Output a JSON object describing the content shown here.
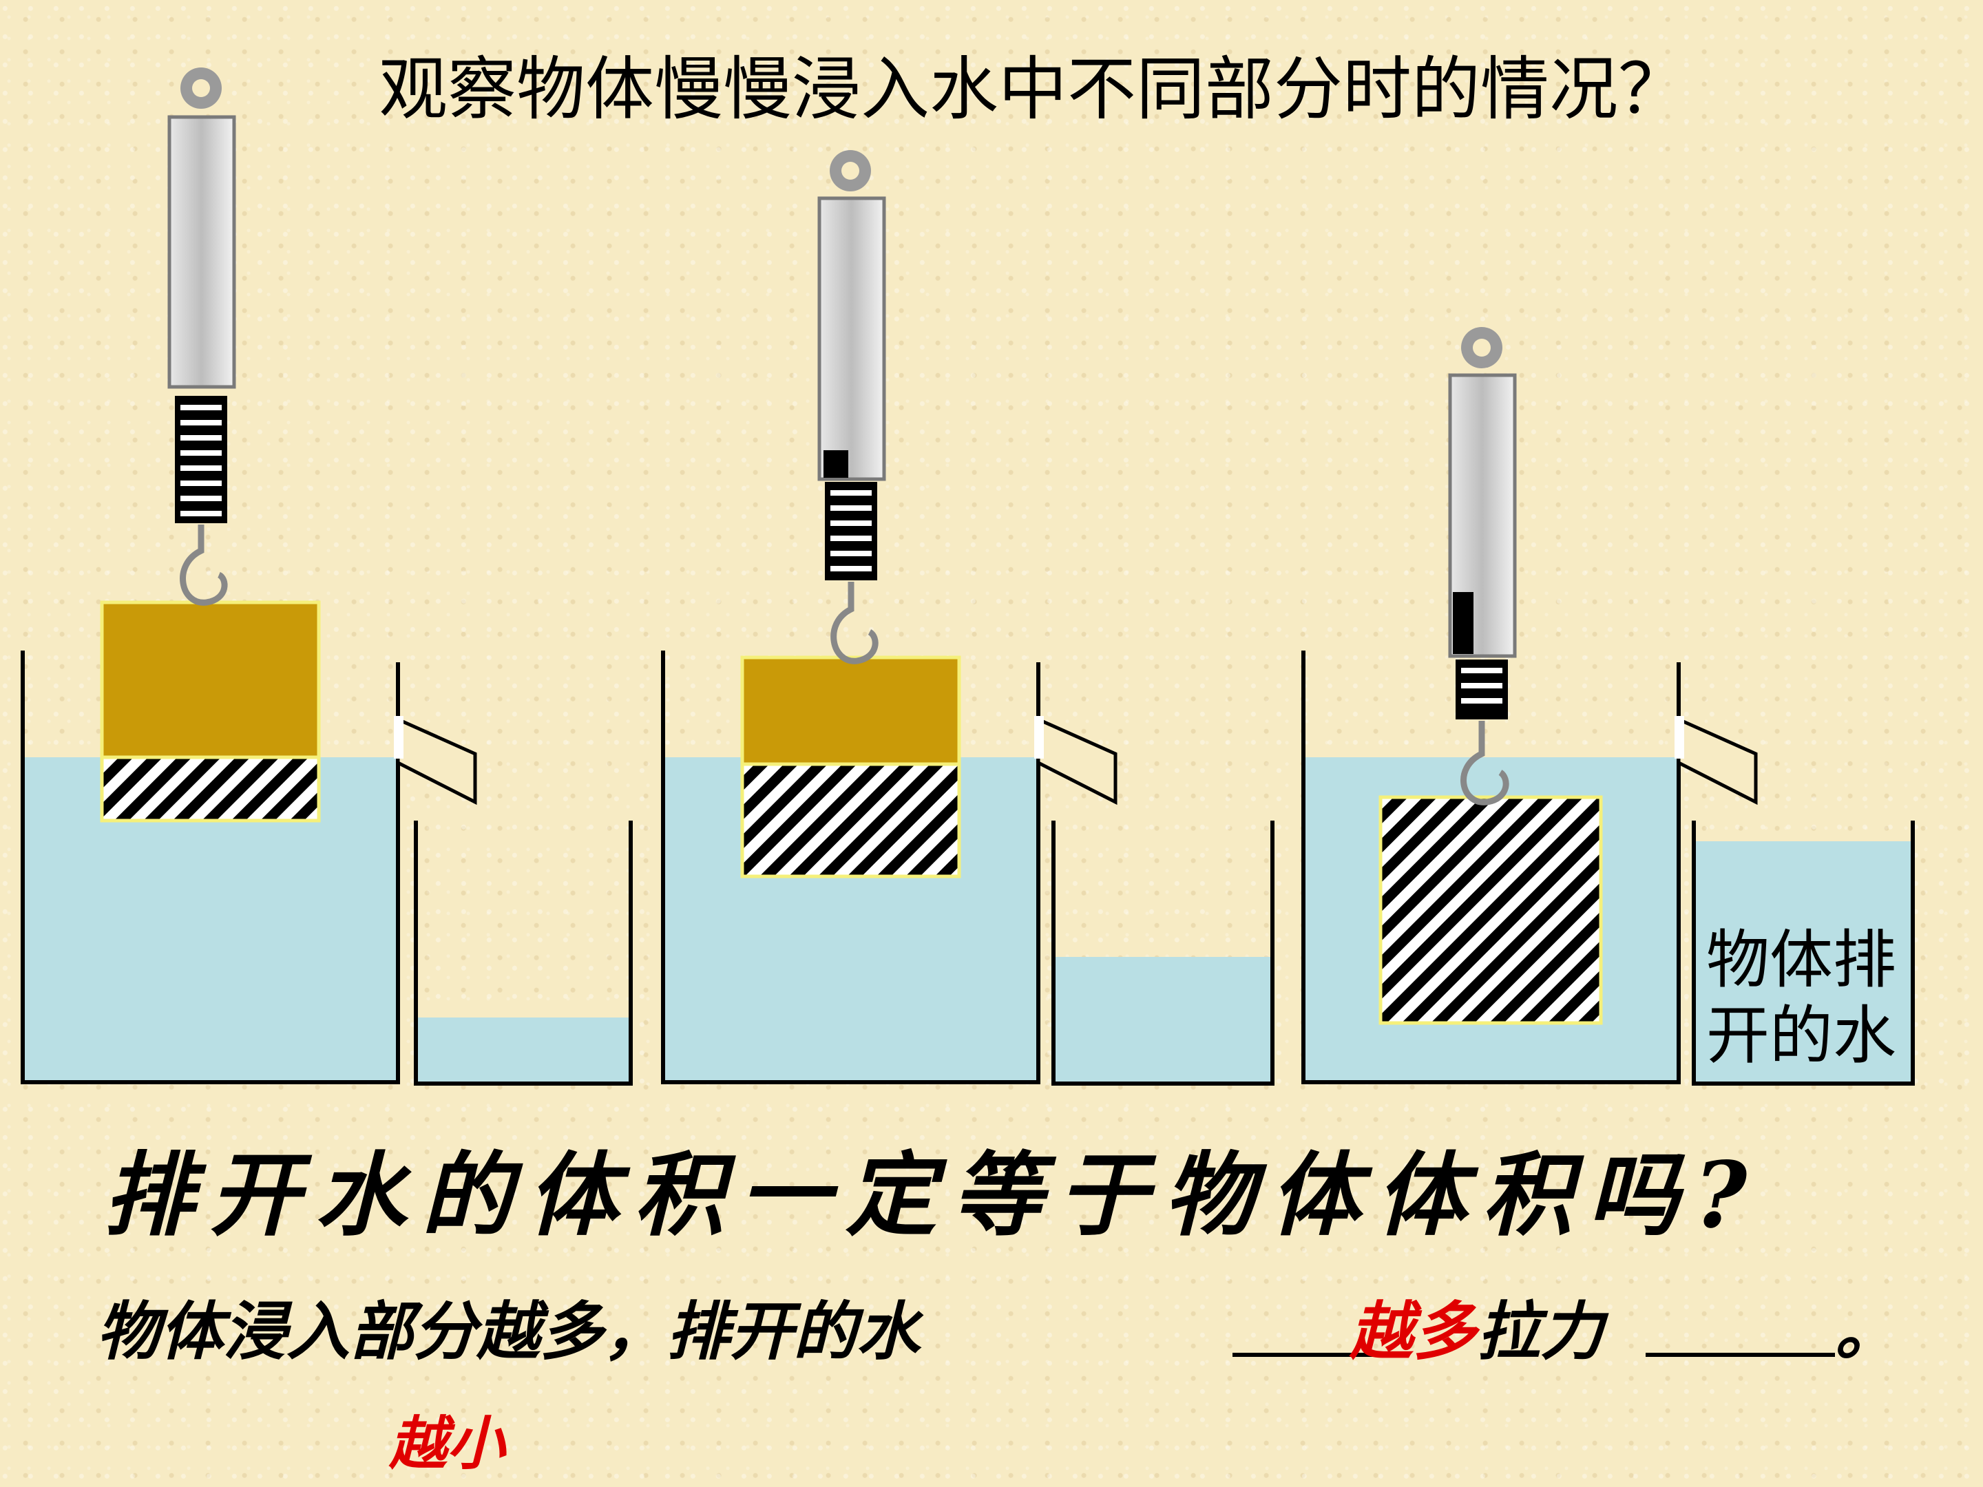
{
  "title": "观察物体慢慢浸入水中不同部分时的情况？",
  "question": "排开水的体积一定等于物体体积吗?",
  "fill_sentence": {
    "prefix": "物体浸入部分越多，排开的水",
    "answer1": "越多",
    "middle": "拉力",
    "end": "。"
  },
  "answer2": "越小",
  "displaced_label": {
    "line1": "物体排",
    "line2": "开的水"
  },
  "colors": {
    "water": "#b9dfe4",
    "block": "#c99a08",
    "block_border": "#f5f07a",
    "answer": "#e00000"
  }
}
